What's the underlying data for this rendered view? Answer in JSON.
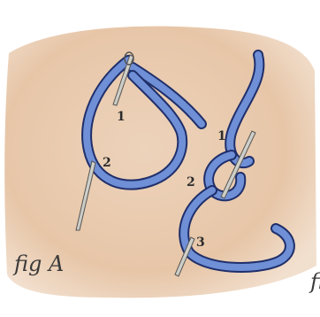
{
  "figure_a": {
    "caption": "fig A",
    "labels": [
      "1",
      "2"
    ]
  },
  "figure_b": {
    "caption": "fi",
    "labels": [
      "1",
      "2",
      "3"
    ]
  },
  "colors": {
    "background": "#ffffff",
    "parchment": "#e8c9ad",
    "thread": "#6f8fd6",
    "thread_outline": "#1f2f6b",
    "needle": "#d8d8d2"
  }
}
